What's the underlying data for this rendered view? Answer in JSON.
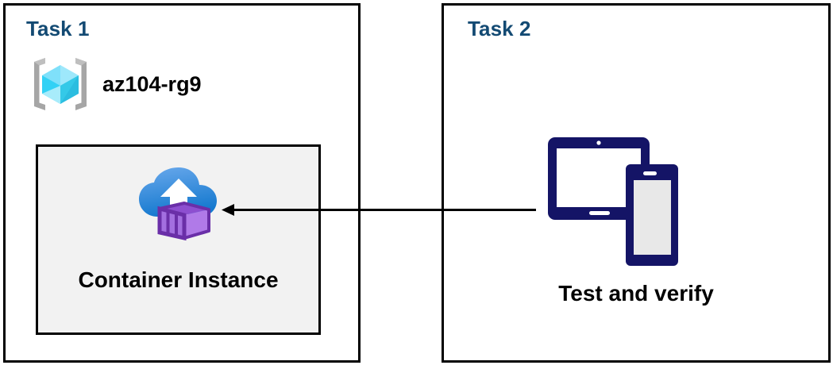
{
  "diagram": {
    "type": "flow-diagram",
    "background_color": "#ffffff",
    "panel_border_color": "#000000",
    "title_color": "#134a73",
    "panels": [
      {
        "id": "task1",
        "title": "Task 1",
        "resource": {
          "icon": "azure-resource-group-icon",
          "label": "az104-rg9"
        },
        "box": {
          "icon": "azure-container-instance-icon",
          "label": "Container Instance",
          "fill_color": "#f2f2f2",
          "border_color": "#000000"
        }
      },
      {
        "id": "task2",
        "title": "Task 2",
        "resource": {
          "icon": "devices-tablet-phone-icon",
          "label": "Test and verify"
        }
      }
    ],
    "connector": {
      "name": "arrow-task2-to-task1",
      "direction": "right-to-left",
      "from": "Test and verify",
      "to": "Container Instance",
      "color": "#000000"
    },
    "colors": {
      "resource_group_bracket": "#a6a6a6",
      "resource_group_cube_light": "#9ee8fb",
      "resource_group_cube_mid": "#32d1f5",
      "resource_group_cube_dark": "#28b3d4",
      "cloud_top": "#5ba0e8",
      "cloud_bottom": "#1b81d6",
      "container_front": "#b57bee",
      "container_side": "#a36fe0",
      "container_stroke": "#6a2fa8",
      "device_navy": "#141466",
      "device_screen_gray": "#e8e8e8"
    }
  }
}
